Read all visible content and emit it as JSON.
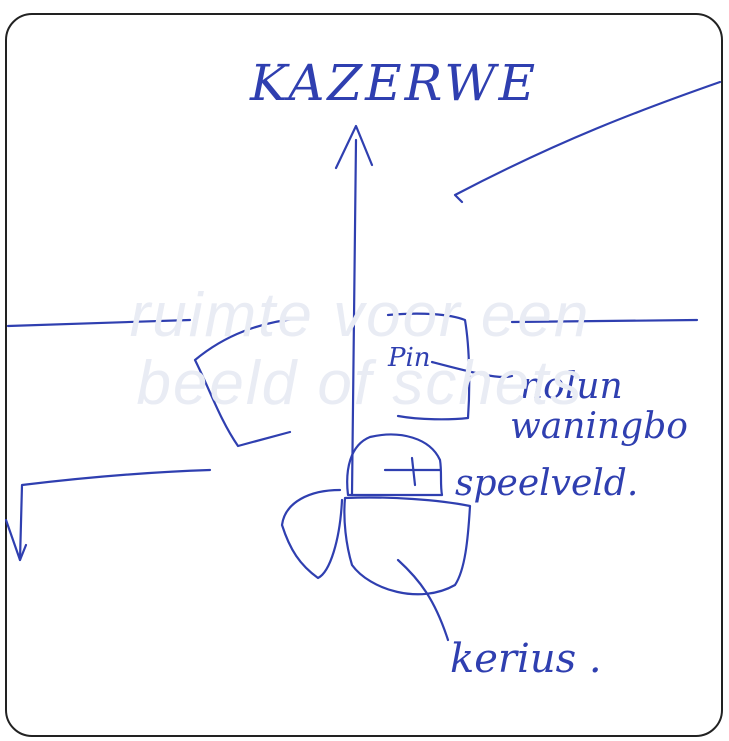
{
  "placeholder": {
    "line1": "ruimte voor een",
    "line2": "beeld of schets"
  },
  "labels": {
    "title": "KAZERWE",
    "pin": "Pin",
    "houses_1": "nolun",
    "houses_2": "waningbo",
    "playground": "speelveld.",
    "kerkhof": "kerius ."
  },
  "colors": {
    "ink": "#2f3fb0",
    "frame": "#222222",
    "placeholder": "#e9ecf4"
  }
}
